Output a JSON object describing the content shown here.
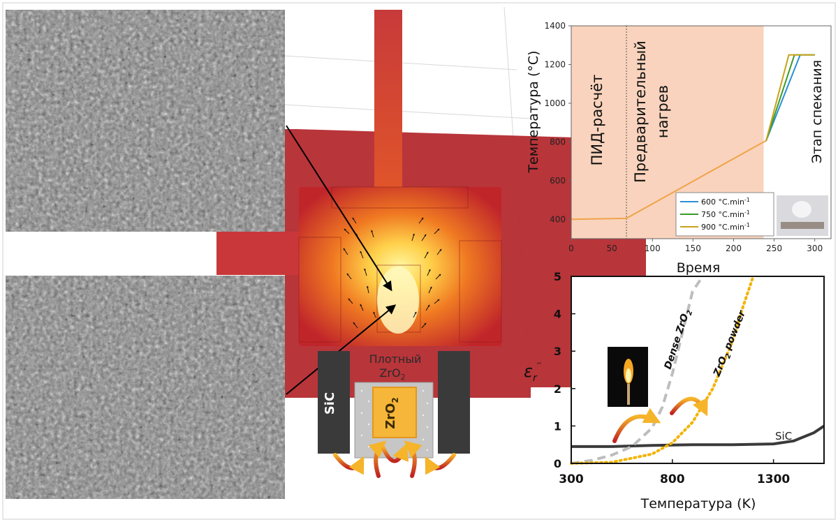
{
  "colors": {
    "heat_red": "#c0252a",
    "heat_orange": "#f08a1e",
    "core_yellow": "#fff27a",
    "sic_dark": "#3a3a3a",
    "zro2_gold": "#f5b63a",
    "phase_fill": "#f9d3bd",
    "series_600": "#2b8fd6",
    "series_750": "#3a9a2c",
    "series_900": "#c9a218",
    "base_line": "#f0a34a",
    "sic_curve": "#3a3a3a",
    "dense_curve": "#bdbdbd",
    "powder_curve": "#f3b300"
  },
  "schematic": {
    "sic_label": "SiC",
    "dense_label_line1": "Плотный",
    "dense_label_line2": "ZrO",
    "dense_label_sub": "2",
    "zro2_label": "ZrO",
    "zro2_sub": "2"
  },
  "chart_data": [
    {
      "type": "line",
      "xlabel": "Время",
      "ylabel": "Температура (°C)",
      "xlim": [
        0,
        320
      ],
      "ylim": [
        300,
        1400
      ],
      "xticks": [
        0,
        50,
        100,
        150,
        200,
        250,
        300
      ],
      "yticks": [
        400,
        600,
        800,
        1000,
        1200,
        1400
      ],
      "phases": [
        {
          "label": "ПИД-расчёт",
          "x_start": 0,
          "x_end": 68
        },
        {
          "label_line1": "Предварительный",
          "label_line2": "нагрев",
          "x_start": 68,
          "x_end": 237
        },
        {
          "label": "Этап спекания",
          "x_start": 237,
          "x_end": 320
        }
      ],
      "base": {
        "x": [
          0,
          68,
          237,
          240
        ],
        "y": [
          400,
          405,
          800,
          805
        ]
      },
      "series": [
        {
          "name": "600 °C.min",
          "sup": "-1",
          "x": [
            240,
            282,
            300
          ],
          "y": [
            805,
            1250,
            1250
          ]
        },
        {
          "name": "750 °C.min",
          "sup": "-1",
          "x": [
            240,
            275,
            300
          ],
          "y": [
            805,
            1250,
            1250
          ]
        },
        {
          "name": "900 °C.min",
          "sup": "-1",
          "x": [
            240,
            268,
            300
          ],
          "y": [
            805,
            1250,
            1250
          ]
        }
      ],
      "legend": "bottom-right"
    },
    {
      "type": "line",
      "xlabel": "Температура (K)",
      "ylabel": "ε",
      "ylabel_sub": "r",
      "ylabel_sup": "′′",
      "xlim": [
        300,
        1550
      ],
      "ylim": [
        0,
        5
      ],
      "xticks": [
        300,
        800,
        1300
      ],
      "yticks": [
        0,
        1,
        2,
        3,
        4,
        5
      ],
      "series": [
        {
          "name": "SiC",
          "x": [
            300,
            500,
            700,
            900,
            1100,
            1300,
            1400,
            1500,
            1550
          ],
          "y": [
            0.45,
            0.45,
            0.48,
            0.5,
            0.5,
            0.52,
            0.6,
            0.82,
            1.0
          ]
        },
        {
          "name": "Dense ZrO",
          "sub": "2",
          "x": [
            300,
            400,
            500,
            600,
            700,
            750,
            800,
            850,
            900,
            950
          ],
          "y": [
            0.0,
            0.08,
            0.22,
            0.45,
            0.95,
            1.5,
            2.4,
            3.5,
            4.6,
            5.0
          ]
        },
        {
          "name": "ZrO",
          "sub": "2",
          "suffix": " powder",
          "x": [
            300,
            500,
            700,
            800,
            900,
            1000,
            1100,
            1150,
            1200
          ],
          "y": [
            0.0,
            0.03,
            0.25,
            0.55,
            1.1,
            2.0,
            3.3,
            4.2,
            5.0
          ]
        }
      ]
    }
  ]
}
